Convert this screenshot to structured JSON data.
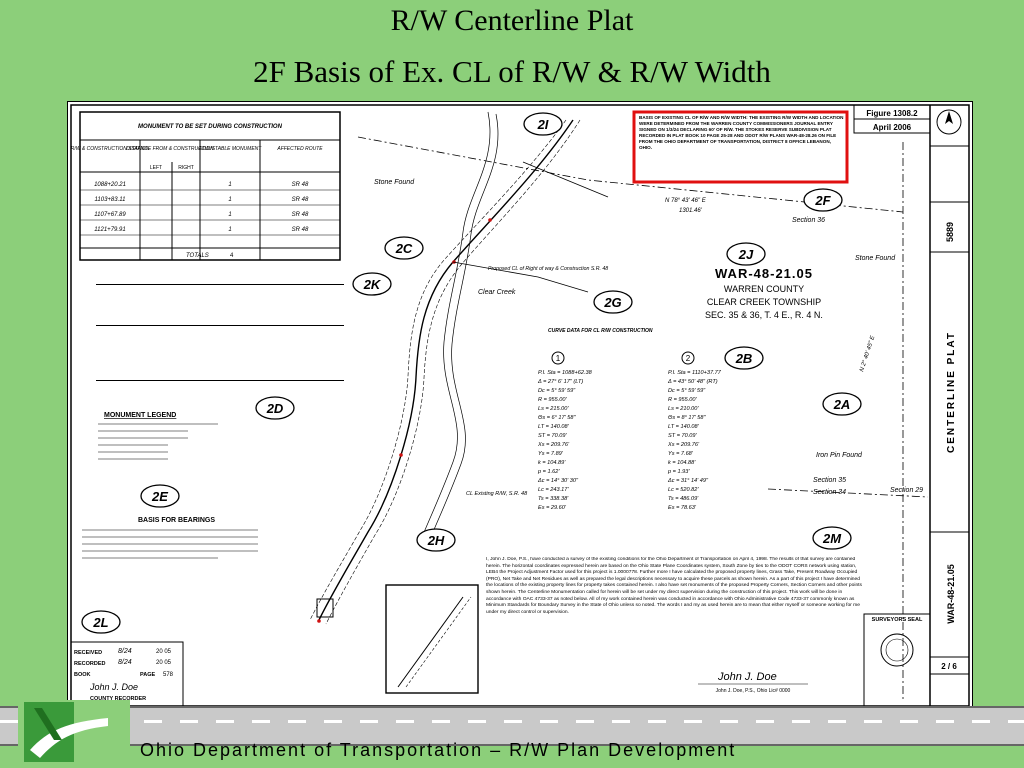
{
  "title_line1": "R/W Centerline Plat",
  "title_line2": "2F Basis of Ex. CL of R/W & R/W Width",
  "footer": "Ohio Department of Transportation – R/W Plan Development",
  "figure_label": "Figure 1308.2",
  "figure_date": "April 2006",
  "highlight_note": "BASIS OF EXISTING CL OF R/W AND R/W WIDTH: THE EXISTING R/W WIDTH AND LOCATION WERE DETERMINED FROM THE WARREN COUNTY COMMISSIONERS JOURNAL ENTRY SIGNED ON 1/3/24 DECLARING 60' OF R/W. THE STOKES RESERVE SUBDIVISION PLAT RECORDED IN PLAT BOOK 10 PAGE 25-28 AND ODOT R/W PLANS WAR-48-28.26 ON FILE FROM THE OHIO DEPARTMENT OF TRANSPORTATION, DISTRICT 8 OFFICE LEBANON, OHIO.",
  "project": {
    "code": "WAR-48-21.05",
    "county": "WARREN COUNTY",
    "township": "CLEAR CREEK TOWNSHIP",
    "sec": "SEC. 35 & 36, T. 4 E., R. 4 N."
  },
  "side_block": {
    "centerline": "CENTERLINE PLAT",
    "code": "WAR-48-21.05",
    "num": "5889",
    "sheet": "2 / 6"
  },
  "callouts": [
    "2I",
    "2F",
    "2C",
    "2J",
    "2K",
    "2G",
    "2B",
    "2D",
    "2A",
    "2E",
    "2H",
    "2M",
    "2L"
  ],
  "monument_table": {
    "title": "MONUMENT TO BE SET DURING CONSTRUCTION",
    "headers": [
      "R/W & CONSTRUCTION STATION",
      "DISTANCE FROM & CONSTRUCTION",
      "ADJUSTABLE MONUMENT",
      "AFFECTED ROUTE"
    ],
    "sub_headers": [
      "LEFT",
      "RIGHT"
    ],
    "rows": [
      [
        "1088+20.21",
        "",
        "",
        "1",
        "SR 48"
      ],
      [
        "1103+83.11",
        "",
        "",
        "1",
        "SR 48"
      ],
      [
        "1107+67.89",
        "",
        "",
        "1",
        "SR 48"
      ],
      [
        "1121+79.91",
        "",
        "",
        "1",
        "SR 48"
      ]
    ],
    "totals_label": "TOTALS",
    "totals_value": "4"
  },
  "labels": {
    "stone_found": "Stone Found",
    "clear_creek": "Clear Creek",
    "proposed_cl": "Proposed CL of Right of way & Construction S.R. 48",
    "curve_data": "CURVE DATA FOR CL R/W CONSTRUCTION",
    "iron_pin": "Iron Pin Found",
    "existing_cl": "CL Existing R/W, S.R. 48",
    "legend_title": "MONUMENT LEGEND",
    "bearings_title": "BASIS FOR BEARINGS",
    "sec35": "Section 35",
    "sec36": "Section 36",
    "sec29": "Section 29",
    "sec34": "Section 34",
    "n_bearing_1": "N 78° 43' 46\" E",
    "n_bearing_2": "1301.46'",
    "n_bearing_3": "N 2° 40' 45\" E"
  },
  "curve_1": {
    "id": "1",
    "lines": [
      "P.I. Sta = 1088+62.38",
      "Δ = 27° 6' 17\" (LT)",
      "Dc = 5° 59' 59\"",
      "R = 955.00'",
      "Ls = 215.00'",
      "Θs = 6° 17' 58\"",
      "LT = 140.08'",
      "ST = 70.09'",
      "Xs = 209.76'",
      "Ys = 7.89'",
      "k = 104.89'",
      "p = 1.62'",
      "Δc = 14° 30' 30\"",
      "Lc = 243.17'",
      "Ts = 338.38'",
      "Es = 29.60'"
    ]
  },
  "curve_2": {
    "id": "2",
    "lines": [
      "P.I. Sta = 1110+37.77",
      "Δ = 43° 50' 48\" (RT)",
      "Dc = 5° 59' 59\"",
      "R = 955.00'",
      "Ls = 210.00'",
      "Θs = 8° 17' 58\"",
      "LT = 140.08'",
      "ST = 70.09'",
      "Xs = 209.76'",
      "Ys = 7.68'",
      "k = 104.88'",
      "p = 1.93'",
      "Δc = 31° 14' 49\"",
      "Lc = 520.82'",
      "Ts = 486.09'",
      "Es = 78.63'"
    ]
  },
  "statement": "I, John J. Doe, P.S., have conducted a survey of the existing conditions for the Ohio Department of Transportation on April 4, 1998. The results of that survey are contained herein. The horizontal coordinates expressed herein are based on the Ohio State Plane Coordinates system, South Zone by ties to the ODOT CORS network using station, LEB4 the Project Adjustment Factor used for this project is 1.0000778. Further more I have calculated the proposed property lines, Grass Take, Present Roadway Occupied (PRO), Net Take and Net Residues as well as prepared the legal descriptions necessary to acquire these parcels as shown herein. As a part of this project I have determined the locations of the existing property lines for property takes contained herein. I also have set monuments of the proposed Property Corners, Section Corners and other points shown herein. The Centerline Monumentation called for herein will be set under my direct supervision during the construction of this project. This work will be done in accordance with OAC 4733-37 as noted below. All of my work contained herein was conducted in accordance with Ohio Administrative Code 4733-37 commonly known as Minimum Standards for Boundary Survey in the State of Ohio unless so noted. The words I and my as used herein are to mean that either myself or someone working for me under my direct control or supervision.",
  "signature": "John J. Doe",
  "signature_caption": "John J. Doe, P.S., Ohio Lic# 0000",
  "surveyor_seal": "SURVEYORS SEAL",
  "recorder": {
    "received": "RECEIVED",
    "recorded": "RECORDED",
    "book": "BOOK",
    "page": "PAGE",
    "date1": "8/24",
    "year1": "20 05",
    "date2": "8/24",
    "year2": "20 05",
    "page_no": "578",
    "signer": "John J. Doe",
    "caption": "COUNTY RECORDER"
  }
}
